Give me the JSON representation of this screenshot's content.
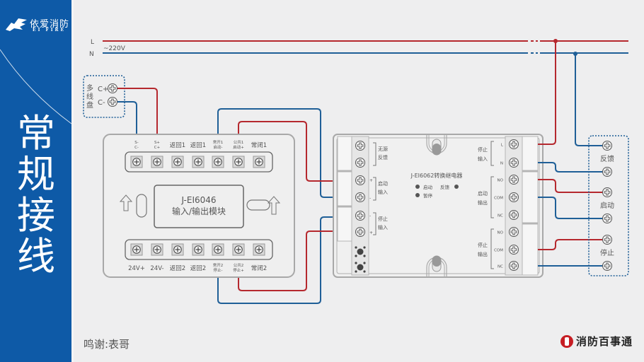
{
  "brand": {
    "name_cn": "依爱消防",
    "name_en": "EI FIRE",
    "logo_icon": "eagle-logo-icon"
  },
  "sidebar": {
    "title_chars": [
      "常",
      "规",
      "接",
      "线"
    ]
  },
  "power": {
    "line_L": "L",
    "line_N": "N",
    "voltage": "~220V"
  },
  "multiline_panel": {
    "label_chars": [
      "多",
      "线",
      "盘"
    ],
    "terminals": [
      "C+",
      "C-"
    ]
  },
  "module": {
    "model": "J-EI6046",
    "name": "输入/输出模块",
    "top_terminals": [
      {
        "line1": "S-",
        "line2": "C-",
        "small": true
      },
      {
        "line1": "S+",
        "line2": "C+",
        "small": true
      },
      {
        "line1": "返回1",
        "line2": "",
        "small": false
      },
      {
        "line1": "返回1",
        "line2": "",
        "small": false
      },
      {
        "line1": "常开1",
        "line2": "启动-",
        "small": true
      },
      {
        "line1": "公共1",
        "line2": "启动+",
        "small": true
      },
      {
        "line1": "常闭1",
        "line2": "",
        "small": false
      }
    ],
    "bottom_terminals": [
      {
        "line1": "24V+",
        "line2": "",
        "small": false
      },
      {
        "line1": "24V-",
        "line2": "",
        "small": false
      },
      {
        "line1": "返回2",
        "line2": "",
        "small": false
      },
      {
        "line1": "返回2",
        "line2": "",
        "small": false
      },
      {
        "line1": "常开2",
        "line2": "停止-",
        "small": true
      },
      {
        "line1": "公共2",
        "line2": "停止+",
        "small": true
      },
      {
        "line1": "常闭2",
        "line2": "",
        "small": false
      }
    ]
  },
  "relay": {
    "model_name": "J-EI6062转换继电器",
    "indicators": [
      "启动",
      "反馈",
      "暂停"
    ],
    "left_groups": [
      {
        "label": [
          "无源",
          "反馈"
        ],
        "marks": [
          "",
          ""
        ]
      },
      {
        "label": [
          "启动",
          "输入"
        ],
        "marks": [
          "+",
          "-"
        ]
      },
      {
        "label": [
          "停止",
          "输入"
        ],
        "marks": [
          "-",
          "+"
        ]
      }
    ],
    "right_groups": [
      {
        "label": [
          "停止",
          "输入"
        ],
        "pins": [
          "L",
          "N"
        ]
      },
      {
        "label": [
          "启动",
          "输出"
        ],
        "pins": [
          "NO",
          "COM",
          "NC"
        ]
      },
      {
        "label": [
          "停止",
          "输出"
        ],
        "pins": [
          "NO",
          "COM",
          "NC"
        ]
      }
    ]
  },
  "device": {
    "labels": [
      "反馈",
      "启动",
      "停止"
    ]
  },
  "footer": {
    "credit": "鸣谢:表哥",
    "publisher": "消防百事通"
  },
  "colors": {
    "brand_blue": "#0e5aa7",
    "wire_red": "#b5282e",
    "wire_blue": "#1f5f97",
    "panel_border": "#a8a8a8",
    "background": "#eeeeef"
  }
}
